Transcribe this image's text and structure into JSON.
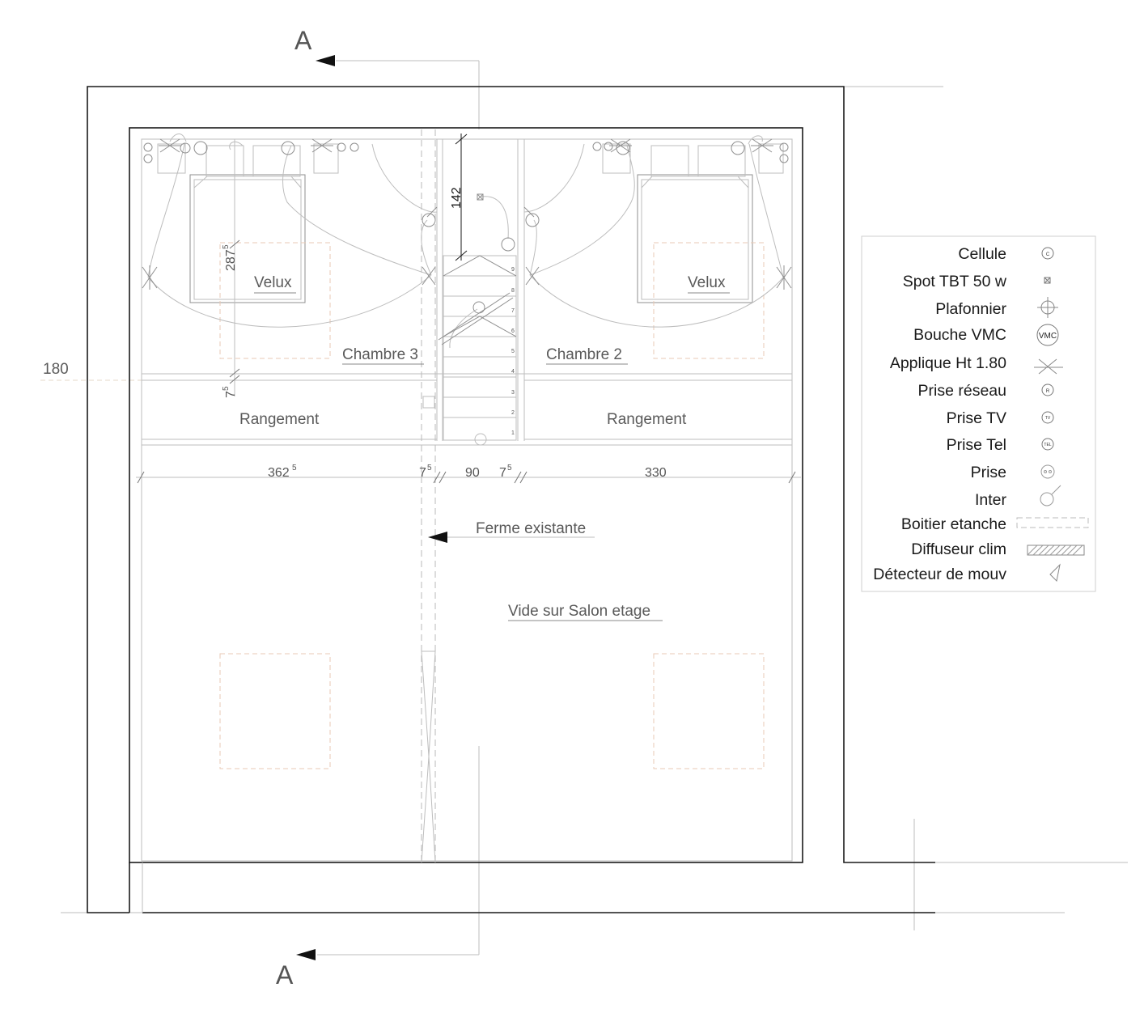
{
  "section_marks": {
    "top": "A",
    "bottom": "A"
  },
  "rooms": {
    "chambre3": "Chambre 3",
    "chambre2": "Chambre 2",
    "velux_left": "Velux",
    "velux_right": "Velux",
    "rangement_left": "Rangement",
    "rangement_right": "Rangement",
    "ferme": "Ferme existante",
    "vide": "Vide sur Salon etage"
  },
  "dimensions": {
    "level_180": "180",
    "d142": "142",
    "d287_main": "287",
    "d287_sup": "5",
    "d7_main": "7",
    "d7_sup": "5",
    "d362_main": "362",
    "d362_sup": "5",
    "d7b_main": "7",
    "d7b_sup": "5",
    "d90": "90",
    "d7c_main": "7",
    "d7c_sup": "5",
    "d330": "330"
  },
  "stair_steps": [
    "1",
    "2",
    "3",
    "4",
    "5",
    "6",
    "7",
    "8",
    "9"
  ],
  "legend": {
    "items": [
      {
        "label": "Cellule",
        "symbol": "cellule-icon",
        "code": "C"
      },
      {
        "label": "Spot TBT 50 w",
        "symbol": "spot-icon",
        "code": ""
      },
      {
        "label": "Plafonnier",
        "symbol": "plafonnier-icon",
        "code": ""
      },
      {
        "label": "Bouche VMC",
        "symbol": "vmc-icon",
        "code": "VMC"
      },
      {
        "label": "Applique Ht 1.80",
        "symbol": "applique-icon",
        "code": ""
      },
      {
        "label": "Prise réseau",
        "symbol": "prise-reseau-icon",
        "code": "R"
      },
      {
        "label": "Prise TV",
        "symbol": "prise-tv-icon",
        "code": "TV"
      },
      {
        "label": "Prise Tel",
        "symbol": "prise-tel-icon",
        "code": "TEL"
      },
      {
        "label": "Prise",
        "symbol": "prise-icon",
        "code": ""
      },
      {
        "label": "Inter",
        "symbol": "inter-icon",
        "code": ""
      },
      {
        "label": "Boitier etanche",
        "symbol": "boitier-etanche-icon",
        "code": ""
      },
      {
        "label": "Diffuseur clim",
        "symbol": "diffuseur-clim-icon",
        "code": ""
      },
      {
        "label": "Détecteur de mouv",
        "symbol": "detecteur-icon",
        "code": ""
      }
    ]
  }
}
